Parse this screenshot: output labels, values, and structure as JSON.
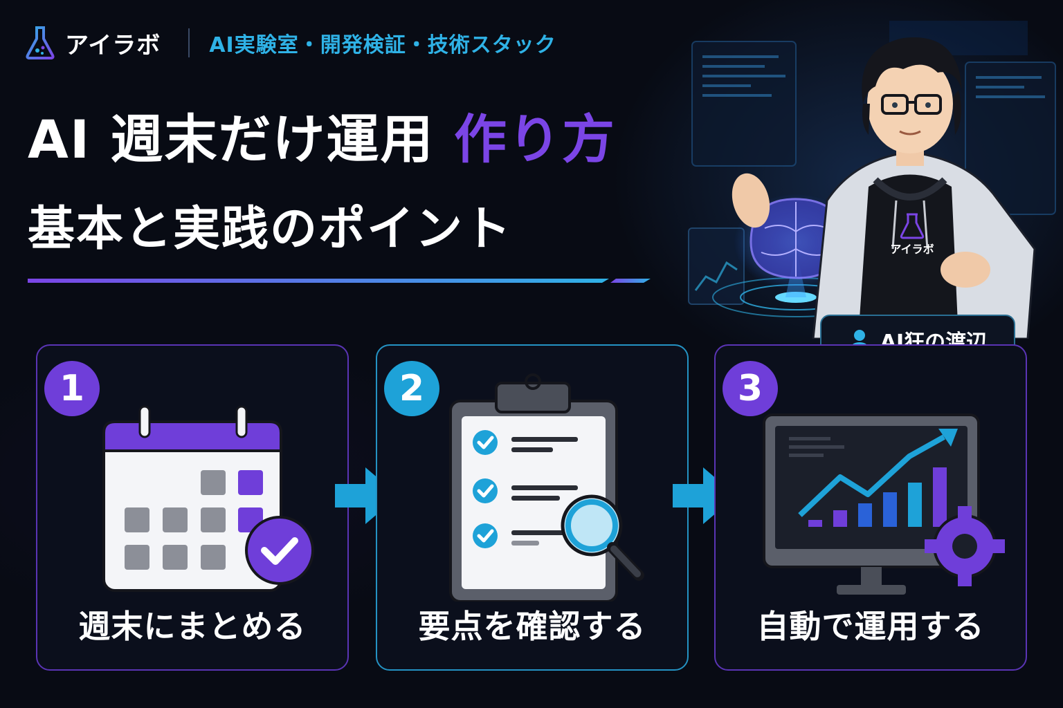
{
  "header": {
    "brand": "アイラボ",
    "tagline": "AI実験室・開発検証・技術スタック"
  },
  "title": {
    "line1_main": "AI 週末だけ運用",
    "line1_accent": "作り方",
    "line2": "基本と実践のポイント"
  },
  "hero": {
    "shirt_logo_text": "アイラボ"
  },
  "author": {
    "name": "AI狂の渡辺"
  },
  "steps": [
    {
      "number": "1",
      "label": "週末にまとめる",
      "icon": "calendar-check-icon"
    },
    {
      "number": "2",
      "label": "要点を確認する",
      "icon": "clipboard-search-icon"
    },
    {
      "number": "3",
      "label": "自動で運用する",
      "icon": "monitor-chart-gear-icon"
    }
  ],
  "colors": {
    "background": "#080b14",
    "accent_purple": "#7b45e6",
    "accent_blue": "#2fb2e6"
  }
}
